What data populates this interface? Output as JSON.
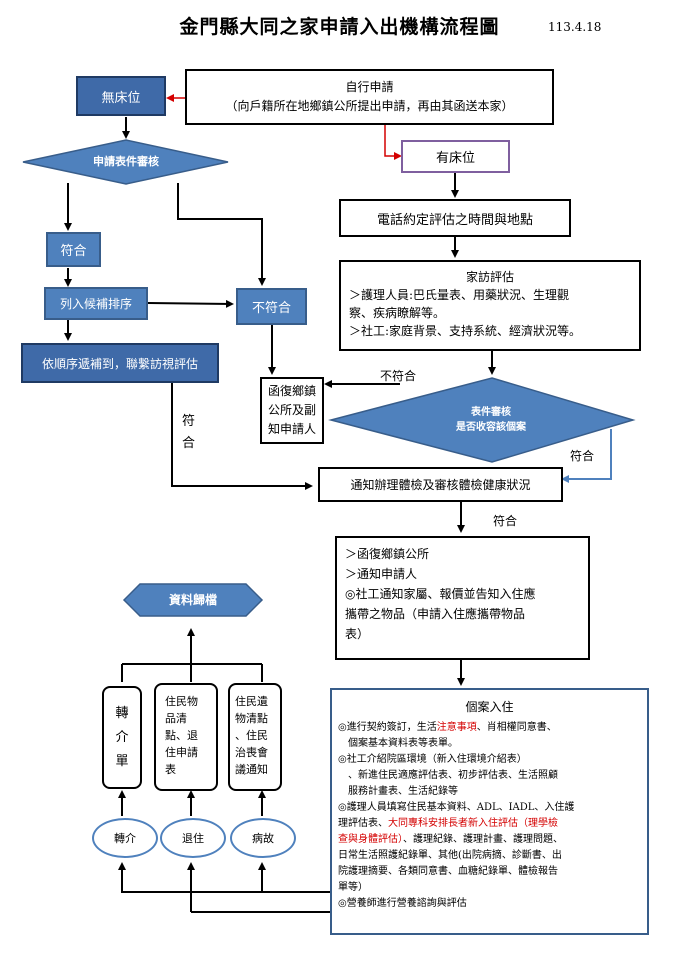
{
  "title": "金門縣大同之家申請入出機構流程圖",
  "date": "113.4.18",
  "nodes": {
    "self_apply_line1": "自行申請",
    "self_apply_line2": "（向戶籍所在地鄉鎮公所提出申請，再由其函送本家）",
    "no_bed": "無床位",
    "has_bed": "有床位",
    "review_form": "申請表件審核",
    "pass_left": "符合",
    "waitlist": "列入候補排序",
    "fail_left": "不符合",
    "fill_in_order": "依順序遞補到，聯繫訪視評估",
    "phone_schedule": "電話約定評估之時間與地點",
    "home_visit_title": "家訪評估",
    "home_visit_line1": "＞護理人員:巴氏量表、用藥狀況、生理觀",
    "home_visit_line2": "察、疾病瞭解等。",
    "home_visit_line3": "＞社工:家庭背景、支持系統、經濟狀況等。",
    "reply_line1": "函復鄉鎮",
    "reply_line2": "公所及副",
    "reply_line3": "知申請人",
    "doc_review_line1": "表件審核",
    "doc_review_line2": "是否收容該個案",
    "health_check": "通知辦理體檢及審核體檢健康狀況",
    "notify_line1": "＞函復鄉鎮公所",
    "notify_line2": "＞通知申請人",
    "notify_line3": "◎社工通知家屬、報價並告知入住應",
    "notify_line4": "攜帶之物品（申請入住應攜帶物品",
    "notify_line5": "表）",
    "archive": "資料歸檔",
    "transfer_slip": "轉介單",
    "checkout_line1": "住民物",
    "checkout_line2": "品清",
    "checkout_line3": "點、退",
    "checkout_line4": "住申請",
    "checkout_line5": "表",
    "death_line1": "住民遺",
    "death_line2": "物清點",
    "death_line3": "、住民",
    "death_line4": "治喪會",
    "death_line5": "議通知",
    "oval_transfer": "轉介",
    "oval_checkout": "退住",
    "oval_death": "病故"
  },
  "edge_labels": {
    "fail_right": "不符合",
    "pass_a1": "符",
    "pass_a2": "合",
    "pass_right": "符合",
    "pass_down": "符合"
  },
  "admission": {
    "title": "個案入住",
    "l1a": "◎進行契約簽訂，生活",
    "l1b": "注意事項",
    "l1c": "、肖相權同意書、",
    "l2": "　個案基本資料表等表單。",
    "l3": "◎社工介紹院區環境（新入住環境介紹表）",
    "l4": "　、新進住民適應評估表、初步評估表、生活照顧",
    "l5": "　服務計畫表、生活紀錄等",
    "l6": "◎護理人員填寫住民基本資料、ADL、IADL、入住護",
    "l7a": "理評估表、",
    "l7b": "大同專科安排長者新入住評估（理學檢",
    "l8a": "查與身體評估）",
    "l8b": "、護理紀錄、護理計畫、護理問題、",
    "l9": "日常生活照護紀錄單、其他(出院病摘、診斷書、出",
    "l10": "院護理摘要、各類同意書、血糖紀錄單、體檢報告",
    "l11": "單等）",
    "l12": "◎營養師進行營養諮詢與評估"
  },
  "colors": {
    "blue_fill": "#4F81BD",
    "blue_border": "#385D8A",
    "red_arrow": "#D40000",
    "purple_border": "#7F5F9F",
    "note_red": "#D40000"
  }
}
